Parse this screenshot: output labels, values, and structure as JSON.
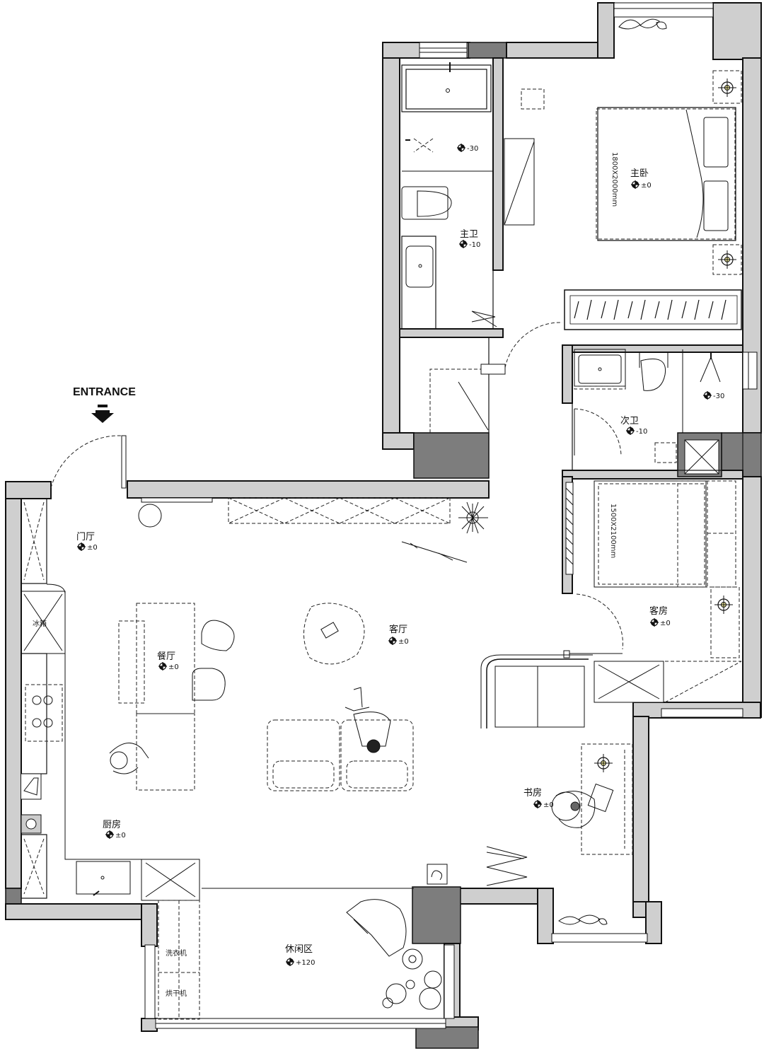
{
  "entrance": {
    "label": "ENTRANCE"
  },
  "colors": {
    "wall_fill": "#cfcfcf",
    "column_fill": "#7d7d7d",
    "line": "#111111"
  },
  "rooms": {
    "master_bedroom": {
      "name": "主卧",
      "level": "±0",
      "bed_size": "1800X2000mm"
    },
    "master_bath": {
      "name": "主卫",
      "level": "-10",
      "shower_level": "-30"
    },
    "second_bath": {
      "name": "次卫",
      "level": "-10",
      "shower_level": "-30"
    },
    "guest_room": {
      "name": "客房",
      "level": "±0",
      "bed_size": "1500X2100mm"
    },
    "foyer": {
      "name": "门厅",
      "level": "±0"
    },
    "living_room": {
      "name": "客厅",
      "level": "±0"
    },
    "dining_room": {
      "name": "餐厅",
      "level": "±0"
    },
    "kitchen": {
      "name": "厨房",
      "level": "±0"
    },
    "study": {
      "name": "书房",
      "level": "±0"
    },
    "leisure_area": {
      "name": "休闲区",
      "level": "+120"
    }
  },
  "appliances": {
    "fridge": "冰箱",
    "washer": "洗衣机",
    "dryer": "烘干机"
  },
  "icons": [
    "level-marker-icon",
    "entrance-arrow-icon",
    "ceiling-light-icon",
    "plant-icon",
    "person-icon"
  ]
}
